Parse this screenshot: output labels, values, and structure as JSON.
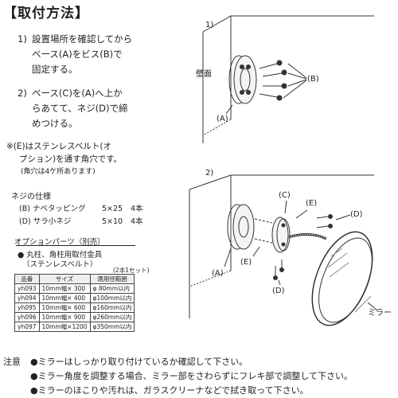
{
  "title": "【取付方法】",
  "steps": [
    {
      "num": "1)",
      "lines": [
        "設置場所を確認してから",
        "ベース(A)をビス(B)で",
        "固定する。"
      ]
    },
    {
      "num": "2)",
      "lines": [
        "ベース(C)を(A)へ上か",
        "らあてて、ネジ(D)で締",
        "めつける。"
      ]
    }
  ],
  "note": {
    "lines": [
      "※(E)はステンレスベルト(オ",
      "プション)を通す角穴です。"
    ],
    "sub": "(角穴は4ケ所あります)"
  },
  "screw_spec": {
    "title": "ネジの仕様",
    "rows": [
      {
        "name": "(B) ナベタッピング",
        "size": "5×25",
        "qty": "4本"
      },
      {
        "name": "(D) サラ小ネジ",
        "size": "5×10",
        "qty": "4本"
      }
    ]
  },
  "options": {
    "title": "オプションパーツ（別売）",
    "item_lines": [
      "● 丸柱、角柱用取付金具",
      "（ステンレスベルト）"
    ],
    "set_label": "(2本1セット)",
    "headers": [
      "品番",
      "サイズ",
      "適用径範囲"
    ],
    "rows": [
      [
        "yh093",
        "10mm幅× 300",
        "φ 80mm以内"
      ],
      [
        "yh094",
        "10mm幅× 400",
        "φ100mm以内"
      ],
      [
        "yh095",
        "10mm幅× 600",
        "φ160mm以内"
      ],
      [
        "yh096",
        "10mm幅× 900",
        "φ260mm以内"
      ],
      [
        "yh097",
        "10mm幅×1200",
        "φ350mm以内"
      ]
    ]
  },
  "diagram": {
    "fig1_number": "1)",
    "fig2_number": "2)",
    "wall_label": "壁面",
    "A": "(A)",
    "B": "(B)",
    "C": "(C)",
    "D": "(D)",
    "E": "(E)",
    "mirror_label": "ミラー"
  },
  "caution": {
    "label": "注意",
    "items": [
      "●ミラーはしっかり取り付けているか確認して下さい。",
      "●ミラー角度を調整する場合、ミラー部をさわらずにフレキ部で調整して下さい。",
      "●ミラーのほこりや汚れは、ガラスクリーナなどで拭き取って下さい。"
    ]
  }
}
